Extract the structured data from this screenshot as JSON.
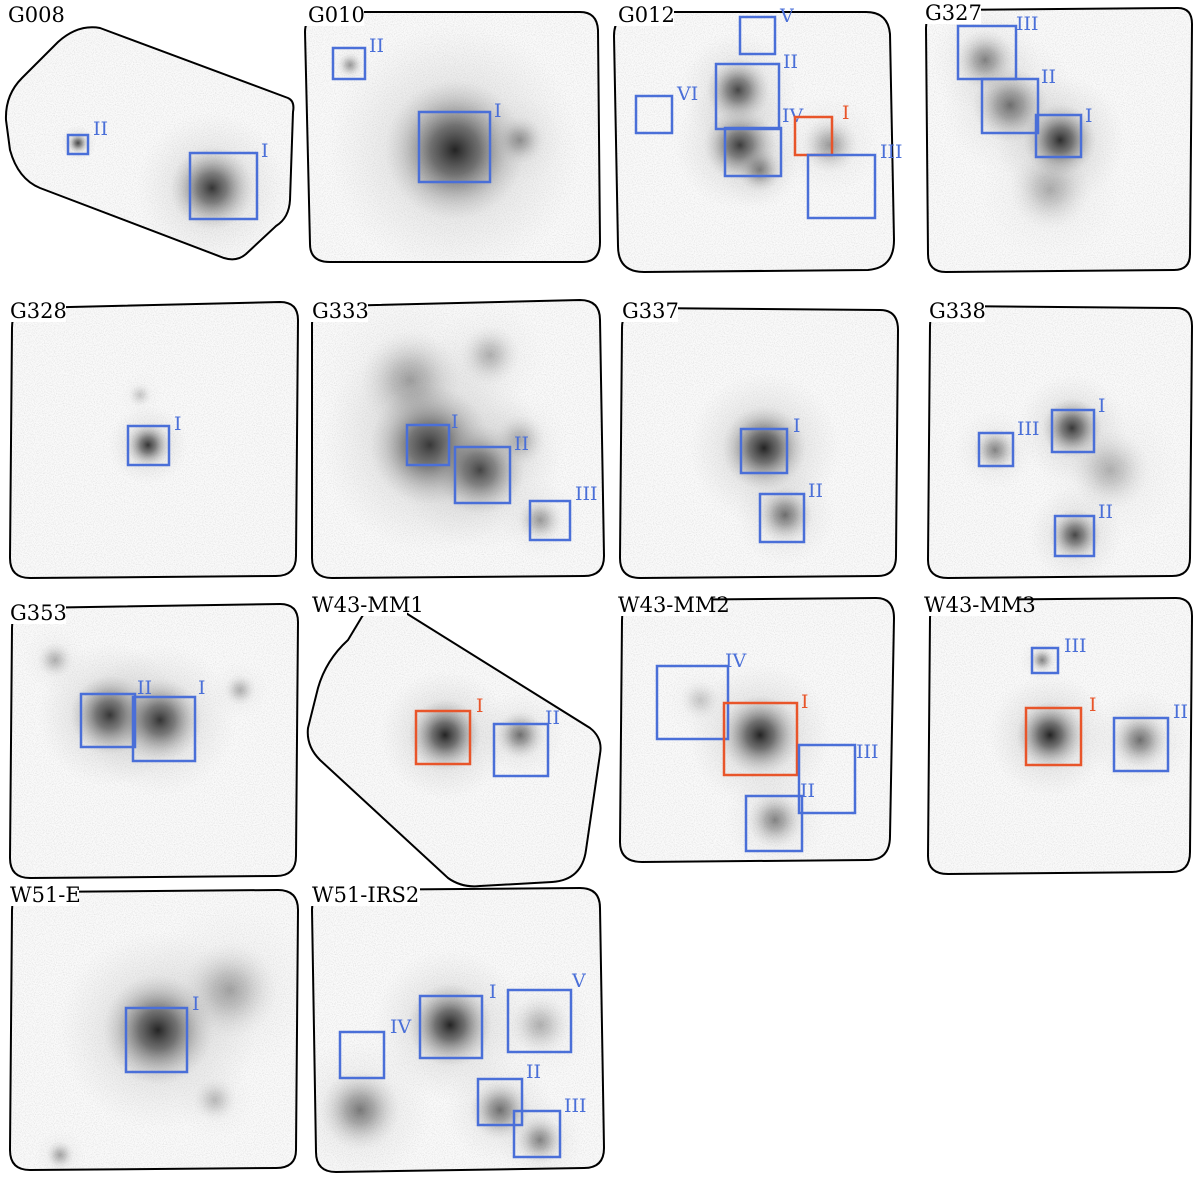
{
  "colors": {
    "blue": "#4a6fd8",
    "red": "#e8552a",
    "outline": "#000000"
  },
  "panels": [
    {
      "name": "G008",
      "boxes": [
        {
          "label": "II",
          "color": "blue"
        },
        {
          "label": "I",
          "color": "blue"
        }
      ]
    },
    {
      "name": "G010",
      "boxes": [
        {
          "label": "II",
          "color": "blue"
        },
        {
          "label": "I",
          "color": "blue"
        }
      ]
    },
    {
      "name": "G012",
      "boxes": [
        {
          "label": "V",
          "color": "blue"
        },
        {
          "label": "II",
          "color": "blue"
        },
        {
          "label": "VI",
          "color": "blue"
        },
        {
          "label": "IV",
          "color": "blue"
        },
        {
          "label": "I",
          "color": "red"
        },
        {
          "label": "III",
          "color": "blue"
        }
      ]
    },
    {
      "name": "G327",
      "boxes": [
        {
          "label": "III",
          "color": "blue"
        },
        {
          "label": "II",
          "color": "blue"
        },
        {
          "label": "I",
          "color": "blue"
        }
      ]
    },
    {
      "name": "G328",
      "boxes": [
        {
          "label": "I",
          "color": "blue"
        }
      ]
    },
    {
      "name": "G333",
      "boxes": [
        {
          "label": "I",
          "color": "blue"
        },
        {
          "label": "II",
          "color": "blue"
        },
        {
          "label": "III",
          "color": "blue"
        }
      ]
    },
    {
      "name": "G337",
      "boxes": [
        {
          "label": "I",
          "color": "blue"
        },
        {
          "label": "II",
          "color": "blue"
        }
      ]
    },
    {
      "name": "G338",
      "boxes": [
        {
          "label": "I",
          "color": "blue"
        },
        {
          "label": "III",
          "color": "blue"
        },
        {
          "label": "II",
          "color": "blue"
        }
      ]
    },
    {
      "name": "G353",
      "boxes": [
        {
          "label": "II",
          "color": "blue"
        },
        {
          "label": "I",
          "color": "blue"
        }
      ]
    },
    {
      "name": "W43-MM1",
      "boxes": [
        {
          "label": "I",
          "color": "red"
        },
        {
          "label": "II",
          "color": "blue"
        }
      ]
    },
    {
      "name": "W43-MM2",
      "boxes": [
        {
          "label": "IV",
          "color": "blue"
        },
        {
          "label": "I",
          "color": "red"
        },
        {
          "label": "III",
          "color": "blue"
        },
        {
          "label": "II",
          "color": "blue"
        }
      ]
    },
    {
      "name": "W43-MM3",
      "boxes": [
        {
          "label": "III",
          "color": "blue"
        },
        {
          "label": "I",
          "color": "red"
        },
        {
          "label": "II",
          "color": "blue"
        }
      ]
    },
    {
      "name": "W51-E",
      "boxes": [
        {
          "label": "I",
          "color": "blue"
        }
      ]
    },
    {
      "name": "W51-IRS2",
      "boxes": [
        {
          "label": "I",
          "color": "blue"
        },
        {
          "label": "V",
          "color": "blue"
        },
        {
          "label": "IV",
          "color": "blue"
        },
        {
          "label": "II",
          "color": "blue"
        },
        {
          "label": "III",
          "color": "blue"
        }
      ]
    }
  ]
}
